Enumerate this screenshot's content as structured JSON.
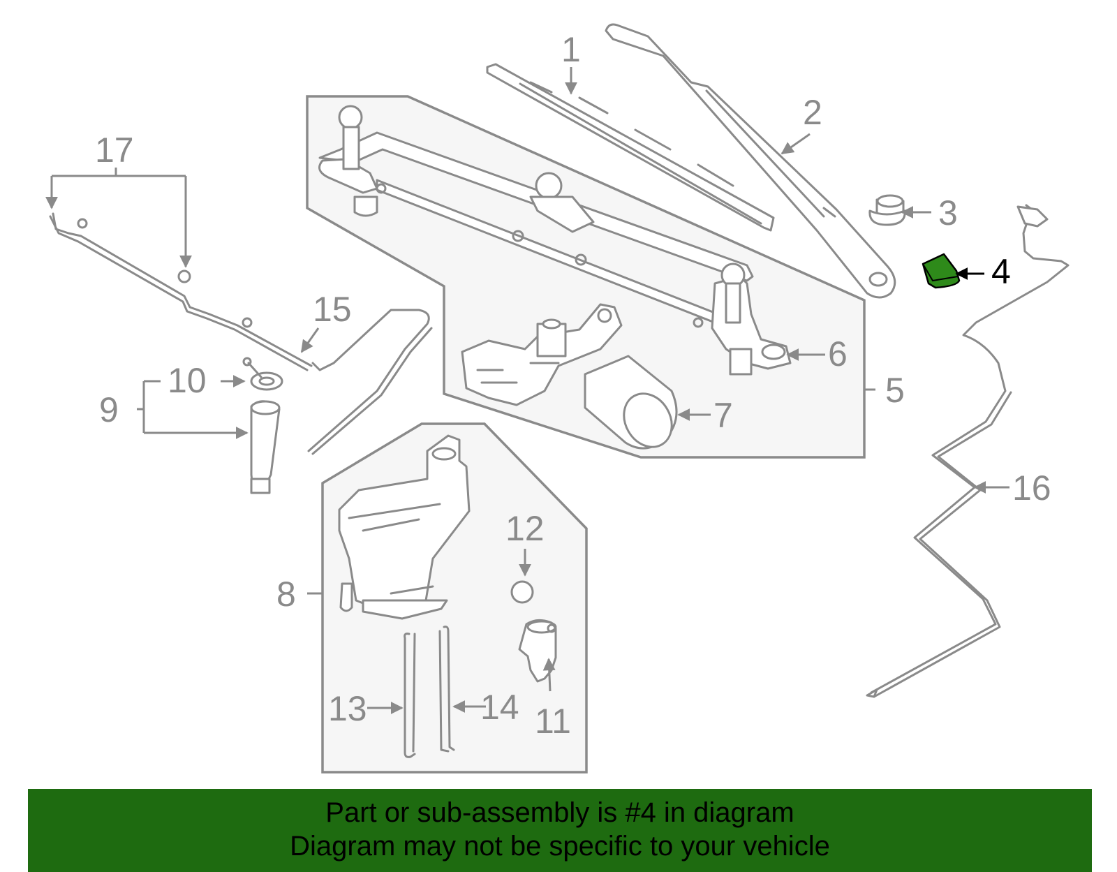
{
  "diagram": {
    "labels": {
      "n1": "1",
      "n2": "2",
      "n3": "3",
      "n4": "4",
      "n5": "5",
      "n6": "6",
      "n7": "7",
      "n8": "8",
      "n9": "9",
      "n10": "10",
      "n11": "11",
      "n12": "12",
      "n13": "13",
      "n14": "14",
      "n15": "15",
      "n16": "16",
      "n17": "17"
    },
    "highlight_part": "4",
    "colors": {
      "line": "#8a8a8a",
      "highlight": "#2e8a1a",
      "banner": "#1e6b10"
    }
  },
  "banner": {
    "line1": "Part or sub-assembly is #4 in diagram",
    "line2": "Diagram may not be specific to your vehicle"
  }
}
